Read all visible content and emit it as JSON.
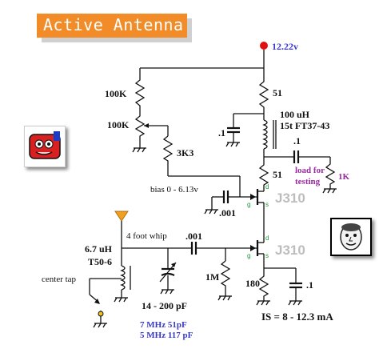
{
  "title": "Active Antenna",
  "supply": {
    "voltage": "12.22v",
    "dot_color": "#e01010"
  },
  "labels": {
    "r_100k_top": "100K",
    "r_100k_pot": "100K",
    "r_3k3": "3K3",
    "bias": "bias 0 - 6.13v",
    "r_51_top": "51",
    "inductor": "100 uH",
    "inductor_core": "15t FT37-43",
    "c_bypass": ".1",
    "c_coupling": ".1",
    "load_note_1": "load for",
    "load_note_2": "testing",
    "r_1k": "1K",
    "r_51_mid": "51",
    "jfet_upper": "J310",
    "jfet_lower": "J310",
    "c_gate_upper": ".001",
    "whip": "4 foot whip",
    "c_input": ".001",
    "coil_value": "6.7 uH",
    "coil_core": "T50-6",
    "center_tap": "center tap",
    "r_1m": "1M",
    "r_180": "180",
    "c_source": ".1",
    "var_cap": "14 - 200 pF",
    "band_7mhz": "7 MHz  51pF",
    "band_5mhz": "5 MHz  117 pF",
    "is_current": "IS = 8 - 12.3 mA",
    "pin_d_upper": "d",
    "pin_g_upper": "g",
    "pin_s_upper": "s",
    "pin_d_lower": "d",
    "pin_g_lower": "g",
    "pin_s_lower": "s"
  },
  "colors": {
    "title_bg": "#f28c28",
    "blue_text": "#3a3ac8",
    "purple_text": "#9a2aa0",
    "pin_text": "#1a9a3a",
    "jfet_text": "#bdbdbd",
    "antenna": "#f0a020"
  },
  "icons": [
    "mascot-logo-icon",
    "face-portrait-icon"
  ]
}
